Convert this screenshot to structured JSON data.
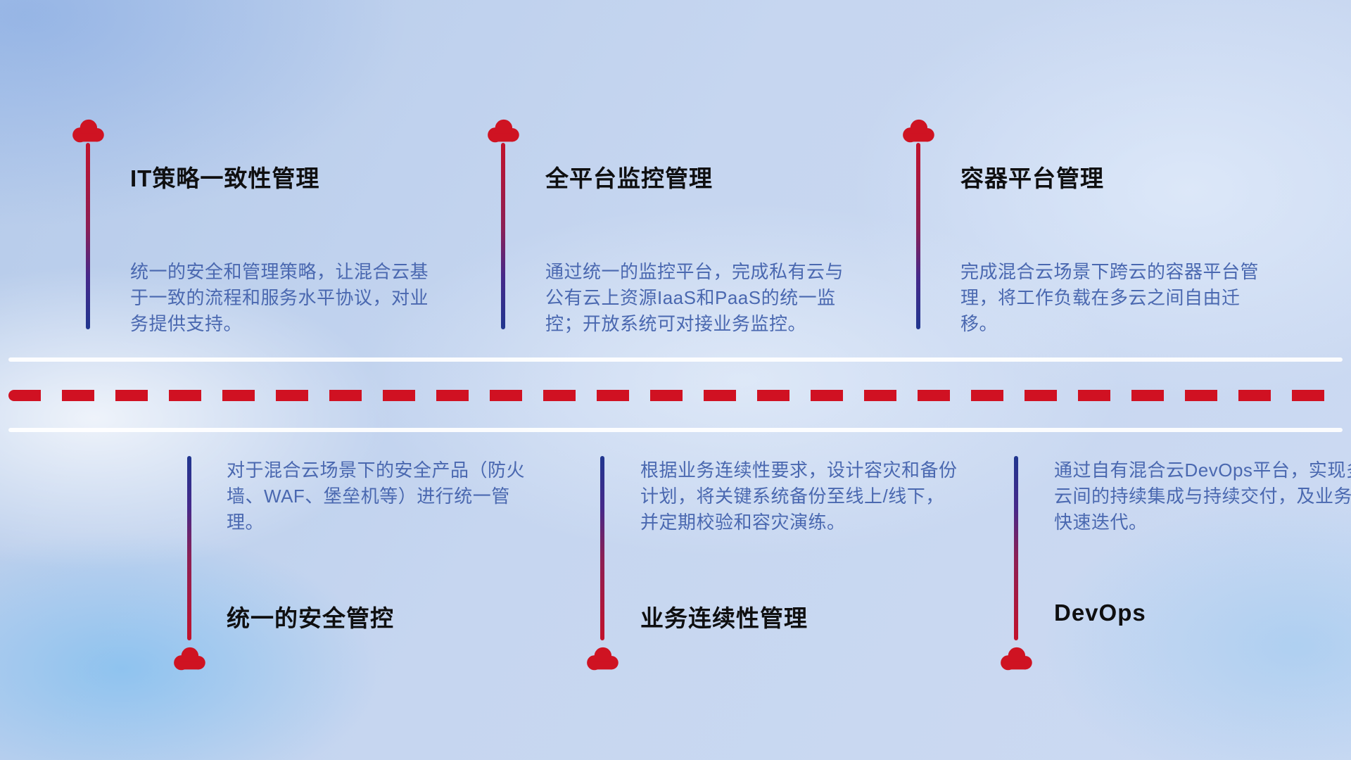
{
  "top_items": [
    {
      "title": "IT策略一致性管理",
      "description": "统一的安全和管理策略，让混合云基于一致的流程和服务水平协议，对业务提供支持。"
    },
    {
      "title": "全平台监控管理",
      "description": "通过统一的监控平台，完成私有云与公有云上资源IaaS和PaaS的统一监控；开放系统可对接业务监控。"
    },
    {
      "title": "容器平台管理",
      "description": "完成混合云场景下跨云的容器平台管理，将工作负载在多云之间自由迁移。"
    }
  ],
  "bottom_items": [
    {
      "title": "统一的安全管控",
      "description": "对于混合云场景下的安全产品（防火墙、WAF、堡垒机等）进行统一管理。"
    },
    {
      "title": "业务连续性管理",
      "description": "根据业务连续性要求，设计容灾和备份计划，将关键系统备份至线上/线下，并定期校验和容灾演练。"
    },
    {
      "title": "DevOps",
      "description": "通过自有混合云DevOps平台，实现多云间的持续集成与持续交付，及业务的快速迭代。"
    }
  ],
  "colors": {
    "accent_red": "#cf1322",
    "accent_blue": "#20368f",
    "title_text": "#0f0f10",
    "description_text": "#4a68b0"
  }
}
